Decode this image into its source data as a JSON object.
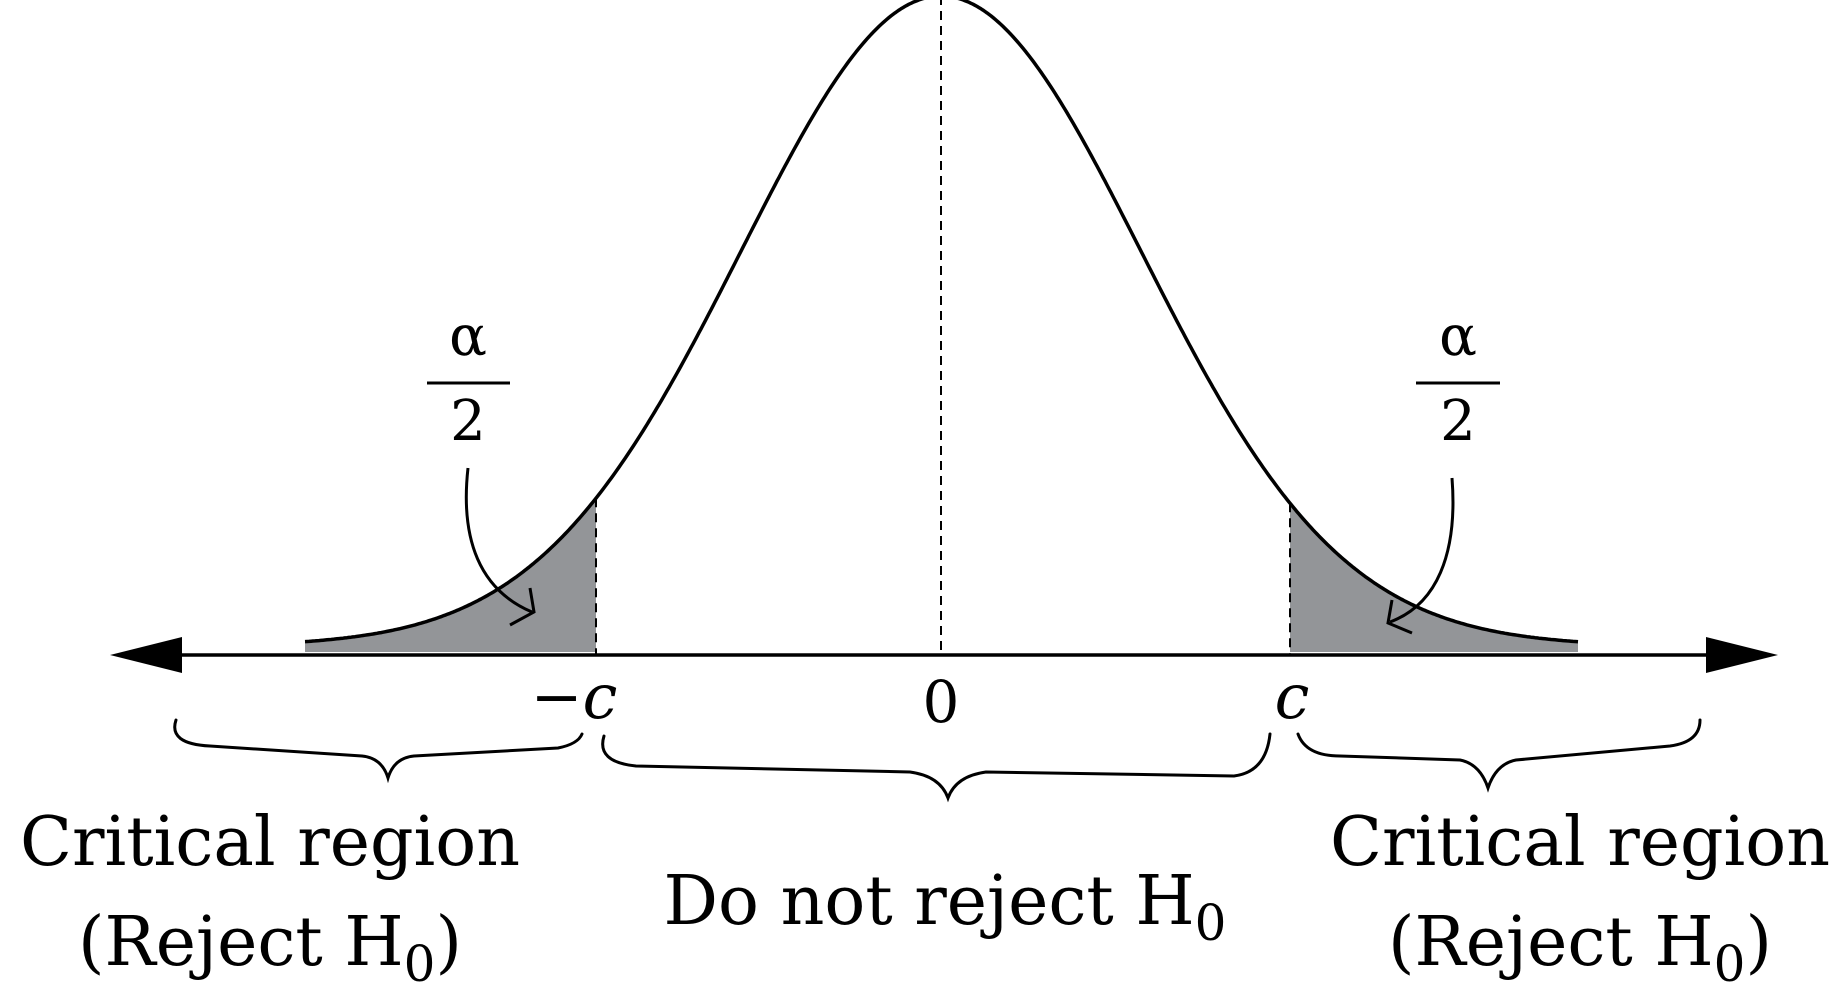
{
  "diagram": {
    "kind": "two-tailed hypothesis test, normal distribution",
    "tail_area_label": {
      "numerator": "α",
      "denominator": "2"
    },
    "axis_labels": {
      "left_critical": "−c",
      "center": "0",
      "right_critical": "c"
    },
    "regions": {
      "left": {
        "line1": "Critical region",
        "line2_prefix": "(Reject H",
        "line2_sub": "0",
        "line2_suffix": ")"
      },
      "middle": {
        "line1_prefix": "Do not reject H",
        "line1_sub": "0"
      },
      "right": {
        "line1": "Critical region",
        "line2_prefix": "(Reject H",
        "line2_sub": "0",
        "line2_suffix": ")"
      }
    },
    "colors": {
      "ink": "#000000",
      "tail_fill": "#939598",
      "background": "#ffffff"
    }
  }
}
